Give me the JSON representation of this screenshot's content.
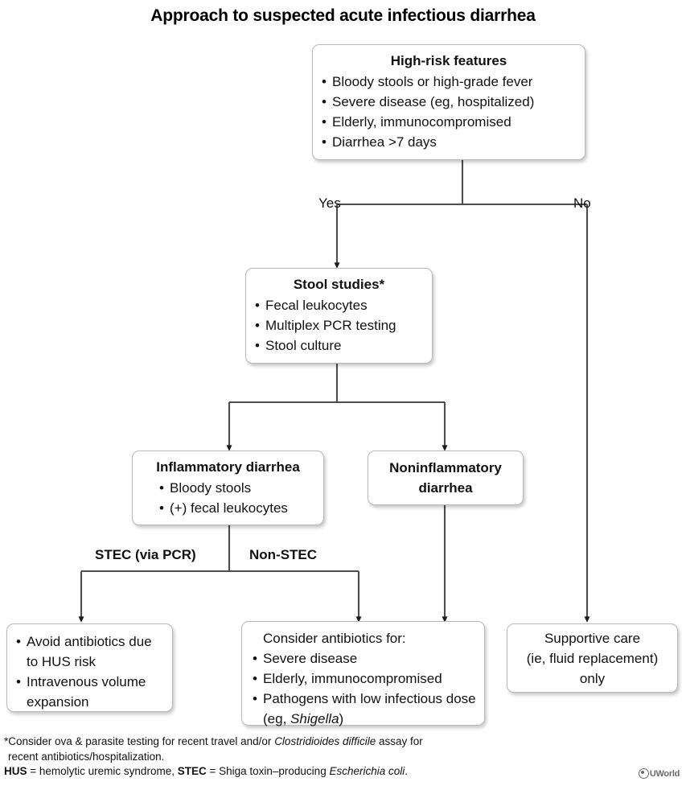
{
  "title": "Approach to suspected acute infectious diarrhea",
  "boxes": {
    "high_risk": {
      "heading": "High-risk features",
      "items": [
        "Bloody stools or high-grade fever",
        "Severe disease (eg, hospitalized)",
        "Elderly, immunocompromised",
        "Diarrhea >7 days"
      ]
    },
    "stool_studies": {
      "heading": "Stool studies*",
      "items": [
        "Fecal leukocytes",
        "Multiplex PCR testing",
        "Stool culture"
      ]
    },
    "inflammatory": {
      "heading": "Inflammatory diarrhea",
      "items": [
        "Bloody stools",
        "(+) fecal leukocytes"
      ]
    },
    "noninflammatory": {
      "line1": "Noninflammatory",
      "line2": "diarrhea"
    },
    "stec_treatment": {
      "items": [
        "Avoid antibiotics due to HUS risk",
        "Intravenous volume expansion"
      ]
    },
    "antibiotics": {
      "lead": "Consider antibiotics for:",
      "items": [
        "Severe disease",
        "Elderly, immunocompromised",
        "Pathogens with low infectious dose (eg, Shigella)"
      ]
    },
    "supportive": {
      "line1": "Supportive care",
      "line2": "(ie, fluid replacement)",
      "line3": "only"
    }
  },
  "edge_labels": {
    "yes": "Yes",
    "no": "No",
    "stec": "STEC (via PCR)",
    "non_stec": "Non-STEC"
  },
  "footnotes": {
    "line1": "*Consider ova & parasite testing for recent travel and/or Clostridioides difficile assay for",
    "line2": "recent antibiotics/hospitalization.",
    "line3": "HUS = hemolytic uremic syndrome, STEC = Shiga toxin–producing Escherichia coli."
  },
  "logo": {
    "text": "UWorld"
  },
  "colors": {
    "line": "#4d4d4d",
    "box_border": "#b9b9b9",
    "text": "#111111",
    "background": "#ffffff"
  }
}
